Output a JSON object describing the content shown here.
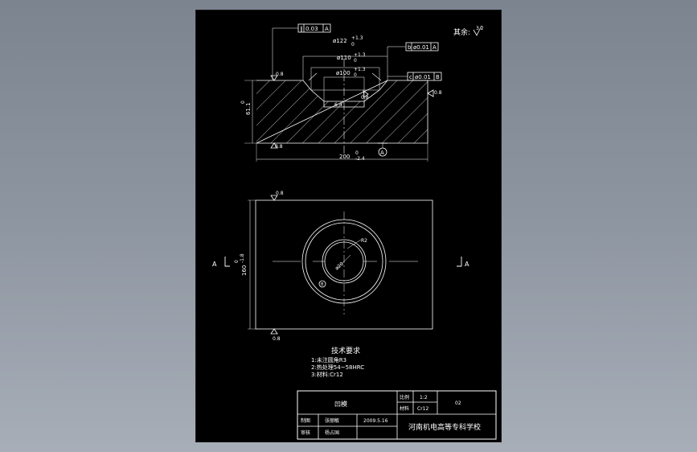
{
  "drawing": {
    "roughness_rest": "其余:",
    "roughness_rest_val": "3.2",
    "gdt": {
      "flatness": {
        "sym": "∥",
        "tol": "0.03",
        "datum": "A"
      },
      "b_box": {
        "sym": "b",
        "tol": "ø0.01",
        "datum": "A"
      },
      "c_box": {
        "sym": "c",
        "tol": "ø0.01",
        "datum": "B"
      }
    },
    "dims": {
      "d122": "ø122",
      "d122_up": "+1.3",
      "d122_lo": "0",
      "d110": "ø110",
      "d110_up": "+1.3",
      "d110_lo": "0",
      "d100": "ø100",
      "d100_up": "+1.3",
      "d100_lo": "0",
      "thick": "61.1",
      "thick_pre": "0",
      "width": "200",
      "width_up": "0",
      "width_lo": "-2.4",
      "height": "160",
      "height_up": "0",
      "height_lo": "-1.8",
      "rough_top": "0.8",
      "rough_right": "0.8",
      "rough_bottom": "0.8",
      "rough_inner": "0.8",
      "rough_plan_top": "0.8",
      "rough_plan_bot": "0.8",
      "small_dim": "6.4",
      "r_dim": "R2",
      "center_dia": "ø20"
    },
    "datum_a": "A",
    "datum_b": "B",
    "section_a": "A",
    "tech": {
      "title": "技术要求",
      "items": [
        "1:未注圆角R3",
        "2:热处理54~58HRC",
        "3:材料:Cr12"
      ]
    },
    "title_block": {
      "part_name": "凹模",
      "scale_label": "比例",
      "scale_value": "1:2",
      "qty": "02",
      "material_label": "材料",
      "material_value": "Cr12",
      "drawn_label": "制图",
      "drawn_name": "张丽敏",
      "date": "2009.5.16",
      "check_label": "审核",
      "check_name": "杨占国",
      "school": "河南机电高等专科学校"
    }
  }
}
